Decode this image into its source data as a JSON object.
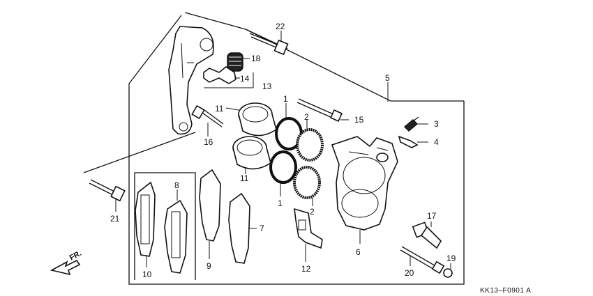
{
  "figure": {
    "code": "KK13–F0901 A",
    "direction_label": "FR.",
    "callouts": [
      "22",
      "18",
      "14",
      "13",
      "5",
      "11",
      "1",
      "2",
      "15",
      "3",
      "4",
      "16",
      "11",
      "1",
      "2",
      "8",
      "7",
      "21",
      "17",
      "6",
      "12",
      "9",
      "10",
      "20",
      "19"
    ]
  }
}
